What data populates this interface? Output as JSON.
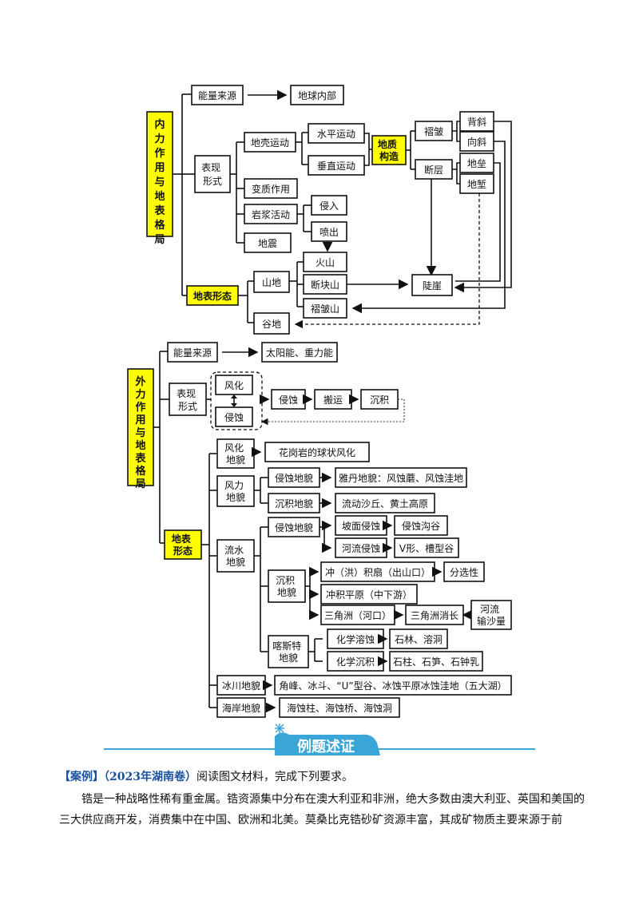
{
  "diagram_inner": {
    "root": "内力作用与地表格局",
    "energy_label": "能量来源",
    "energy_value": "地球内部",
    "forms_label": "表现形式",
    "crust_movement": "地壳运动",
    "horizontal": "水平运动",
    "vertical": "垂直运动",
    "geo_structure": "地质构造",
    "fold": "褶皱",
    "anticline": "背斜",
    "syncline": "向斜",
    "fault": "断层",
    "horst": "地垒",
    "graben": "地堑",
    "metamorphism": "变质作用",
    "magma": "岩浆活动",
    "intrusion": "侵入",
    "eruption": "喷出",
    "earthquake": "地震",
    "landform_label": "地表形态",
    "mountain": "山地",
    "volcano": "火山",
    "fault_mountain": "断块山",
    "fold_mountain": "褶皱山",
    "cliff": "陡崖",
    "valley": "谷地"
  },
  "diagram_outer": {
    "root": "外力作用与地表格局",
    "energy_label": "能量来源",
    "energy_value": "太阳能、重力能",
    "forms_label": "表现形式",
    "weathering": "风化",
    "erosion_small": "侵蚀",
    "erosion": "侵蚀",
    "transport": "搬运",
    "deposition": "沉积",
    "landform_label": "地表形态",
    "weathering_landform": "风化地貌",
    "weathering_example": "花岗岩的球状风化",
    "wind_landform": "风力地貌",
    "wind_erosion": "侵蚀地貌",
    "wind_erosion_example": "雅丹地貌：风蚀蘑、风蚀洼地",
    "wind_deposit": "沉积地貌",
    "wind_deposit_example": "流动沙丘、黄土高原",
    "water_landform": "流水地貌",
    "water_erosion": "侵蚀地貌",
    "slope_erosion": "坡面侵蚀",
    "gully": "侵蚀沟谷",
    "river_erosion": "河流侵蚀",
    "v_valley": "V形、槽型谷",
    "water_deposit": "沉积地貌",
    "alluvial_fan": "冲（洪）积扇（出山口）",
    "sorting": "分选性",
    "floodplain": "冲积平原（中下游）",
    "delta": "三角洲（河口）",
    "delta_change": "三角洲消长",
    "sediment": "河流输沙量",
    "karst": "喀斯特地貌",
    "dissolution": "化学溶蚀",
    "karst_erosion_example": "石林、溶洞",
    "precipitation": "化学沉积",
    "karst_deposit_example": "石柱、石笋、石钟乳",
    "glacier": "冰川地貌",
    "glacier_example": "角峰、冰斗、“U”型谷、冰蚀平原冰蚀洼地（五大湖）",
    "coast": "海岸地貌",
    "coast_example": "海蚀柱、海蚀桥、海蚀洞"
  },
  "banner": {
    "title": "例题述证"
  },
  "case": {
    "tag": "【案例】",
    "source": "（2023年湖南卷）",
    "instruction": "阅读图文材料，完成下列要求。",
    "body": "锆是一种战略性稀有重金属。锆资源集中分布在澳大利亚和非洲，绝大多数由澳大利亚、英国和美国的三大供应商开发，消费集中在中国、欧洲和北美。莫桑比克锆砂矿资源丰富，其成矿物质主要来源于前"
  },
  "colors": {
    "highlight": "#ffff00",
    "banner_blue": "#3aa6d8",
    "case_blue": "#1a4fa0"
  }
}
